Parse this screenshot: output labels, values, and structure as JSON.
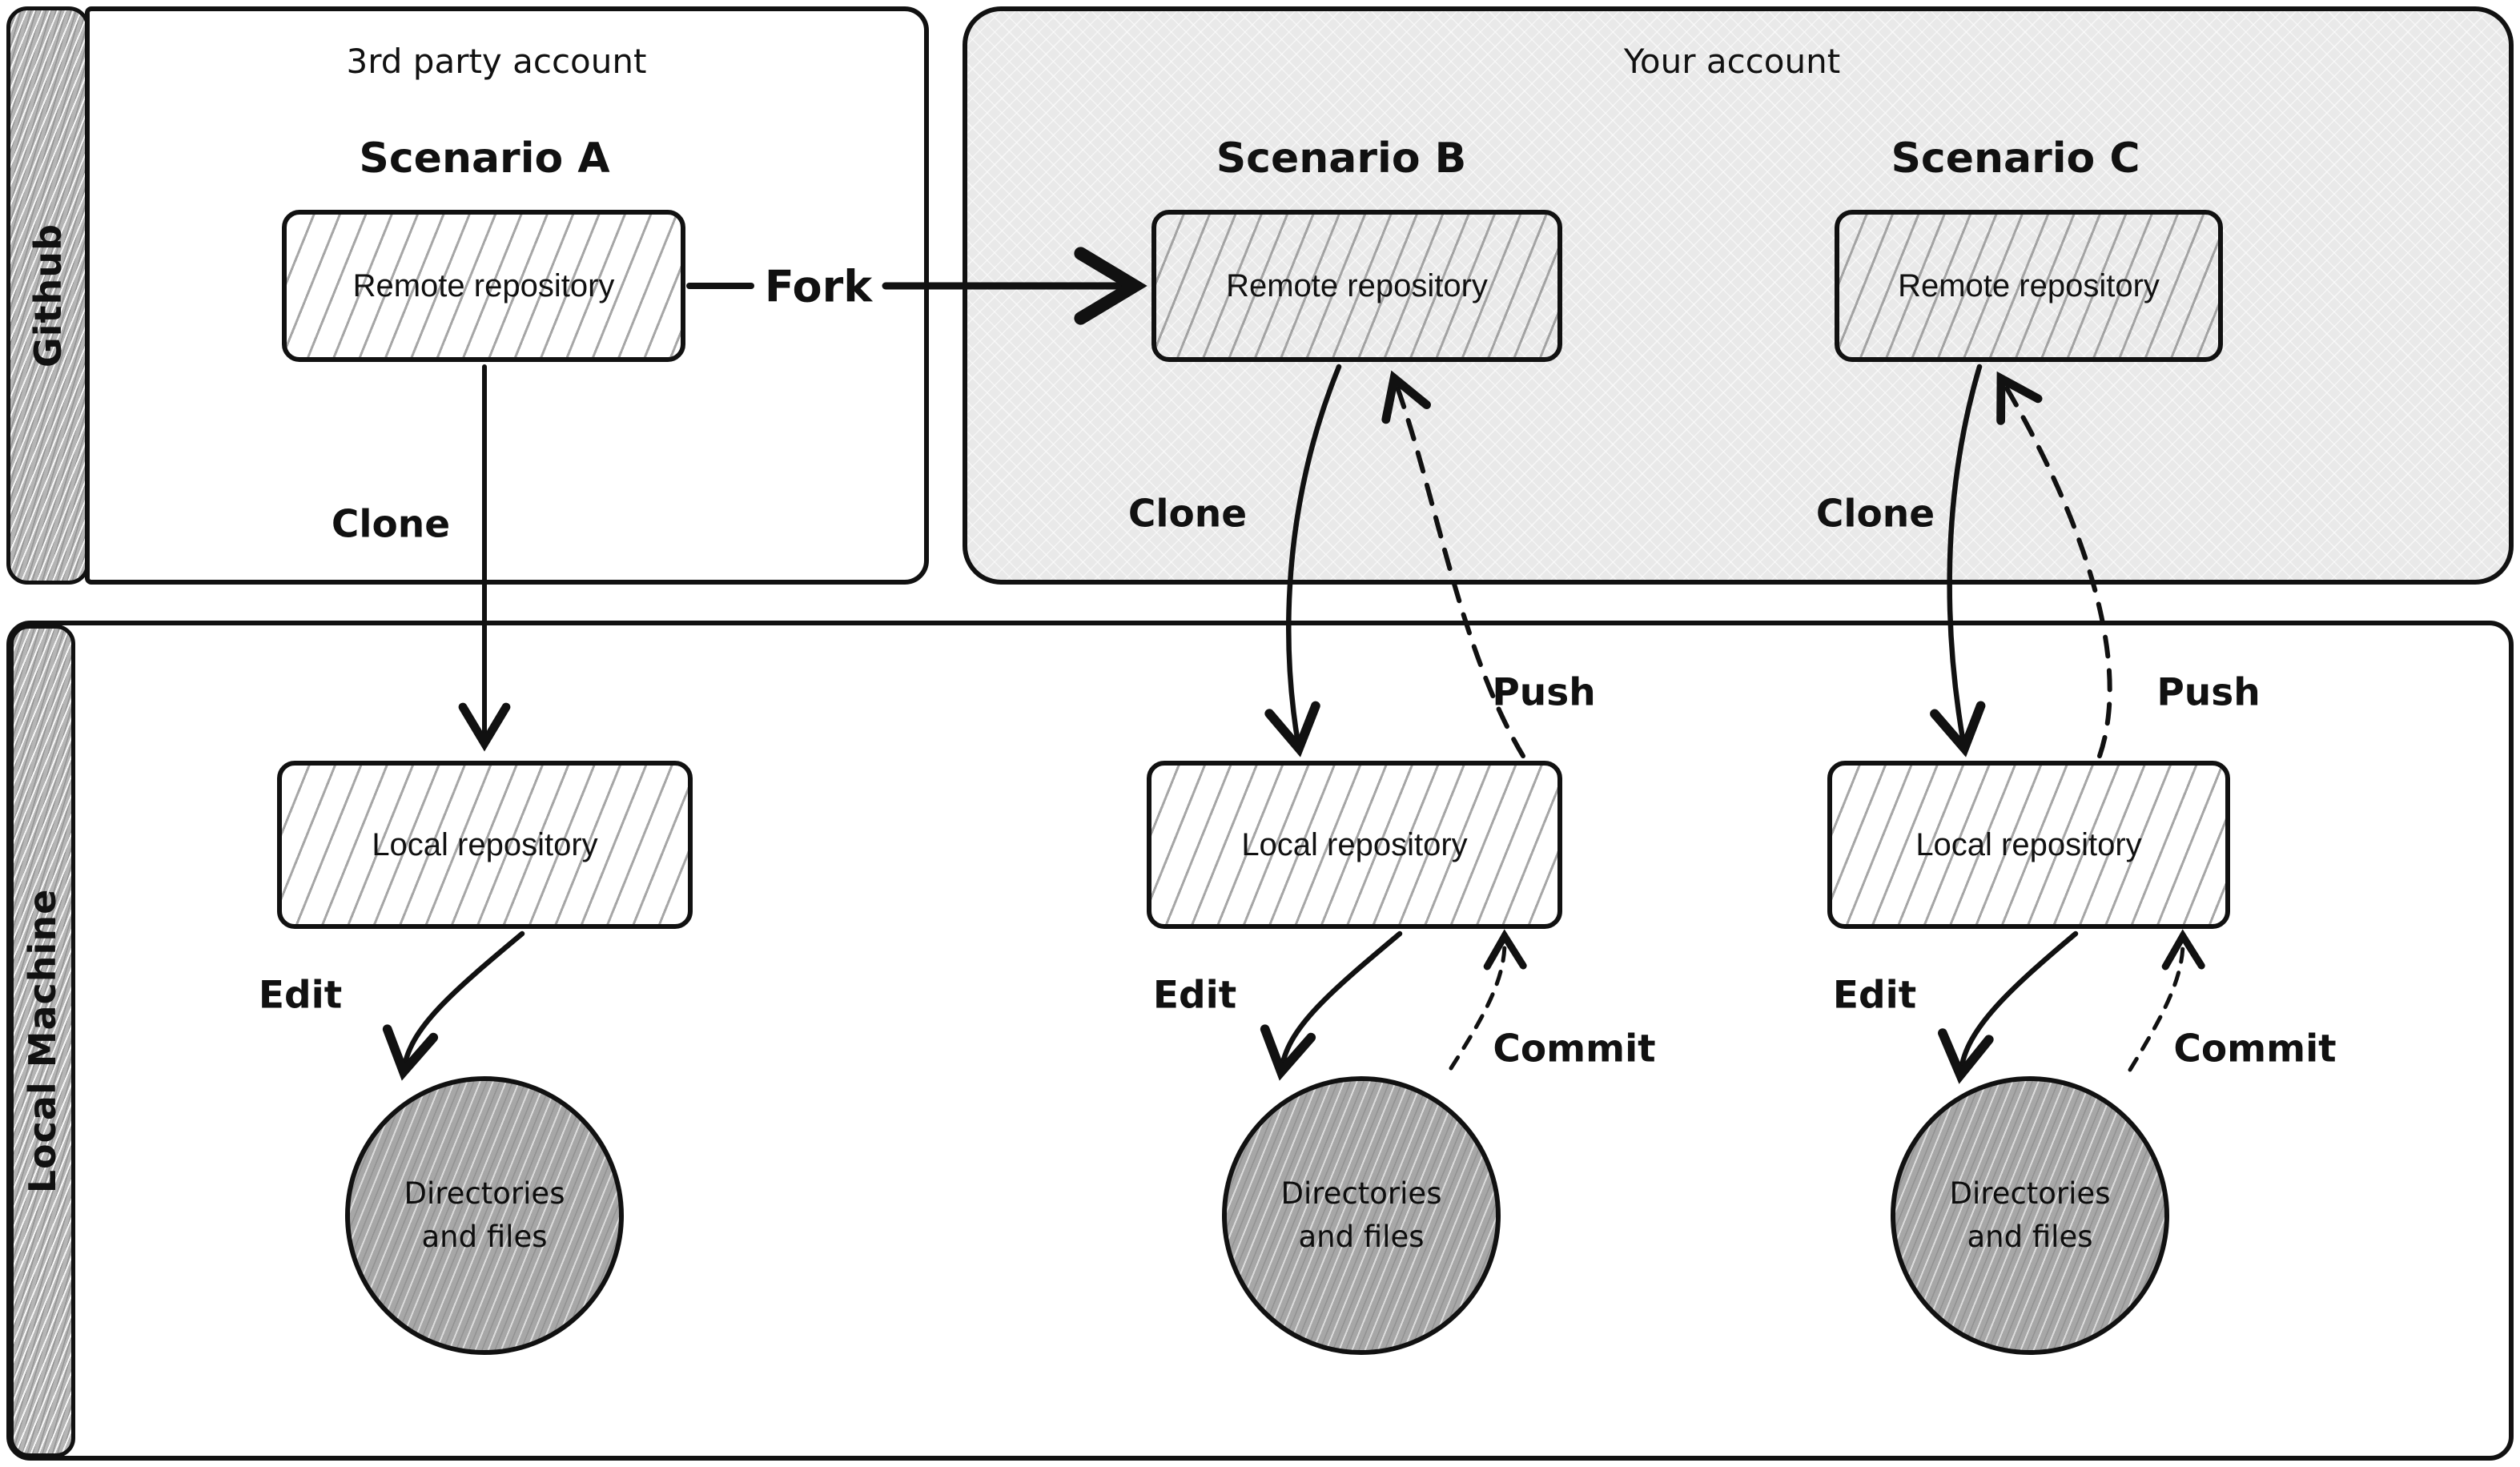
{
  "sidebars": {
    "github": {
      "label": "Github"
    },
    "local_machine": {
      "label": "Local Machine"
    }
  },
  "accounts": {
    "third_party": {
      "title": "3rd party account"
    },
    "your_account": {
      "title": "Your account"
    }
  },
  "fork": {
    "label": "Fork"
  },
  "scenarios": [
    {
      "id": "A",
      "title": "Scenario A",
      "remote_label": "Remote repository",
      "local_label": "Local repository",
      "files_line1": "Directories",
      "files_line2": "and files",
      "clone_label": "Clone",
      "edit_label": "Edit"
    },
    {
      "id": "B",
      "title": "Scenario B",
      "remote_label": "Remote repository",
      "local_label": "Local repository",
      "files_line1": "Directories",
      "files_line2": "and files",
      "clone_label": "Clone",
      "push_label": "Push",
      "edit_label": "Edit",
      "commit_label": "Commit"
    },
    {
      "id": "C",
      "title": "Scenario C",
      "remote_label": "Remote repository",
      "local_label": "Local repository",
      "files_line1": "Directories",
      "files_line2": "and files",
      "clone_label": "Clone",
      "push_label": "Push",
      "edit_label": "Edit",
      "commit_label": "Commit"
    }
  ],
  "colors": {
    "ink": "#111111",
    "panel_gray": "#e9e9e9",
    "hatch_gray": "#969696",
    "sidebar_gray": "#b5b5b5",
    "circle_gray": "#a7a7a7"
  }
}
